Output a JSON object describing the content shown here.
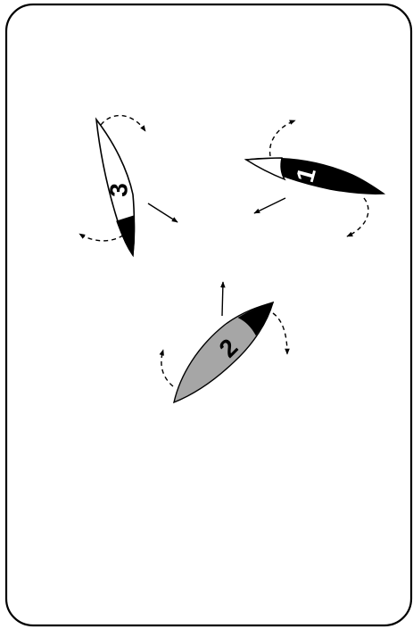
{
  "colors": {
    "border": "#000000",
    "background": "#ffffff",
    "boat_black": "#000000",
    "boat_white": "#ffffff",
    "boat_grey": "#a6a6a6",
    "number_light": "#ffffff",
    "number_dark": "#000000"
  },
  "boats": [
    {
      "id": "boat-1",
      "number": "1"
    },
    {
      "id": "boat-2",
      "number": "2"
    },
    {
      "id": "boat-3",
      "number": "3"
    }
  ]
}
